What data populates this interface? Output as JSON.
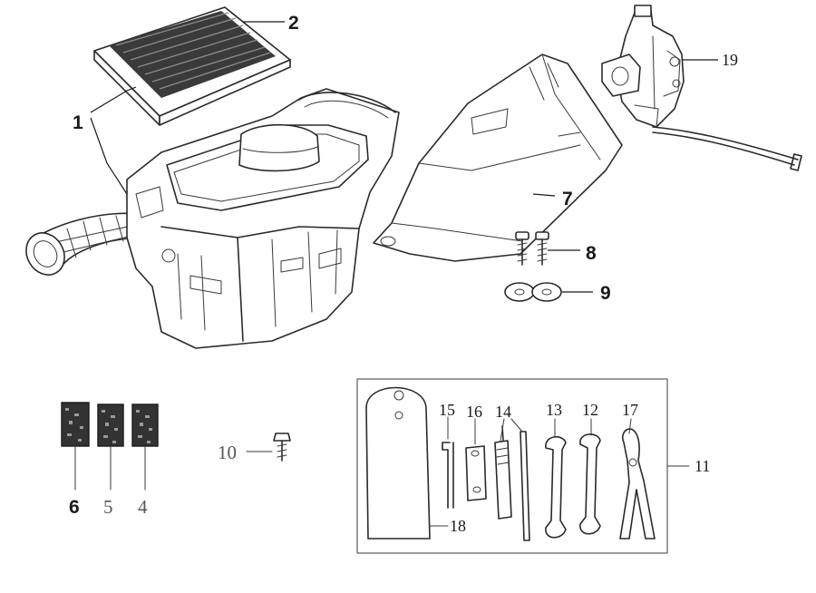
{
  "labels": {
    "l1": "1",
    "l2": "2",
    "l4": "4",
    "l5": "5",
    "l6": "6",
    "l7": "7",
    "l8": "8",
    "l9": "9",
    "l10": "10",
    "l11": "11",
    "l12": "12",
    "l13": "13",
    "l14": "14",
    "l15": "15",
    "l16": "16",
    "l17": "17",
    "l18": "18",
    "l19": "19"
  },
  "icons": {
    "air_filter": "air-filter-element-icon",
    "air_box": "air-cleaner-box-icon",
    "cover": "air-cleaner-cover-icon",
    "carburetor": "carburetor-icon",
    "tool_kit": "tool-kit-icon"
  },
  "colors": {
    "line": "#2a2a2a",
    "background": "#ffffff",
    "gray_label": "#555555"
  }
}
